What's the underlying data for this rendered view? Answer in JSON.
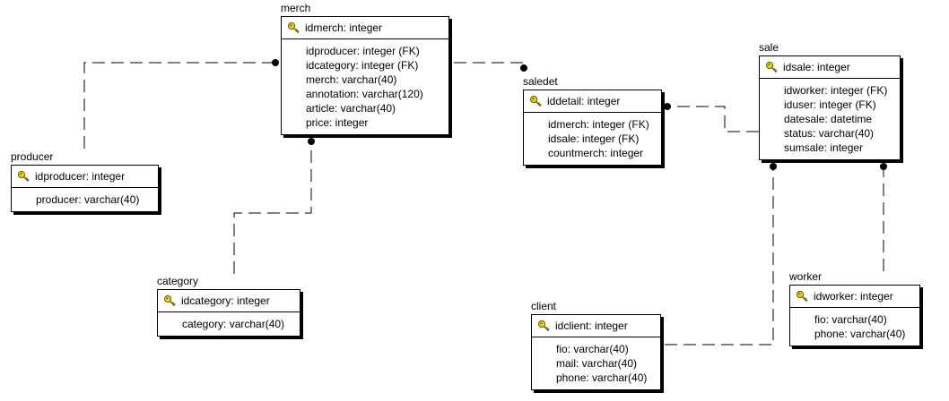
{
  "entities": {
    "merch": {
      "name": "merch",
      "pk": "idmerch: integer",
      "attrs": [
        "idproducer: integer (FK)",
        "idcategory: integer (FK)",
        "merch: varchar(40)",
        "annotation: varchar(120)",
        "article: varchar(40)",
        "price: integer"
      ]
    },
    "producer": {
      "name": "producer",
      "pk": "idproducer: integer",
      "attrs": [
        "producer: varchar(40)"
      ]
    },
    "category": {
      "name": "category",
      "pk": "idcategory: integer",
      "attrs": [
        "category: varchar(40)"
      ]
    },
    "saledet": {
      "name": "saledet",
      "pk": "iddetail: integer",
      "attrs": [
        "idmerch: integer (FK)",
        "idsale: integer (FK)",
        "countmerch: integer"
      ]
    },
    "sale": {
      "name": "sale",
      "pk": "idsale: integer",
      "attrs": [
        "idworker: integer (FK)",
        "iduser: integer (FK)",
        "datesale: datetime",
        "status: varchar(40)",
        "sumsale: integer"
      ]
    },
    "client": {
      "name": "client",
      "pk": "idclient: integer",
      "attrs": [
        "fio: varchar(40)",
        "mail: varchar(40)",
        "phone: varchar(40)"
      ]
    },
    "worker": {
      "name": "worker",
      "pk": "idworker: integer",
      "attrs": [
        "fio: varchar(40)",
        "phone: varchar(40)"
      ]
    }
  },
  "relationships": [
    {
      "from": "producer",
      "to": "merch"
    },
    {
      "from": "category",
      "to": "merch"
    },
    {
      "from": "merch",
      "to": "saledet"
    },
    {
      "from": "sale",
      "to": "saledet"
    },
    {
      "from": "client",
      "to": "sale"
    },
    {
      "from": "worker",
      "to": "sale"
    }
  ],
  "style": {
    "line_color": "#000000",
    "key_color": "#e8d400",
    "key_outline": "#6b5a00"
  }
}
